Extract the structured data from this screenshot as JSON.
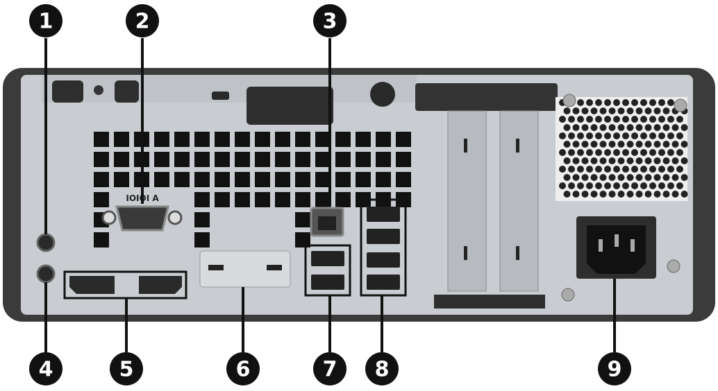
{
  "serial_port_label": "IOIOI A",
  "callouts": [
    {
      "number": "1"
    },
    {
      "number": "2"
    },
    {
      "number": "3"
    },
    {
      "number": "4"
    },
    {
      "number": "5"
    },
    {
      "number": "6"
    },
    {
      "number": "7"
    },
    {
      "number": "8"
    },
    {
      "number": "9"
    }
  ],
  "colors": {
    "chassis": "#3b3b3b",
    "panel": "#c9cdd1",
    "callout": "#111111"
  }
}
